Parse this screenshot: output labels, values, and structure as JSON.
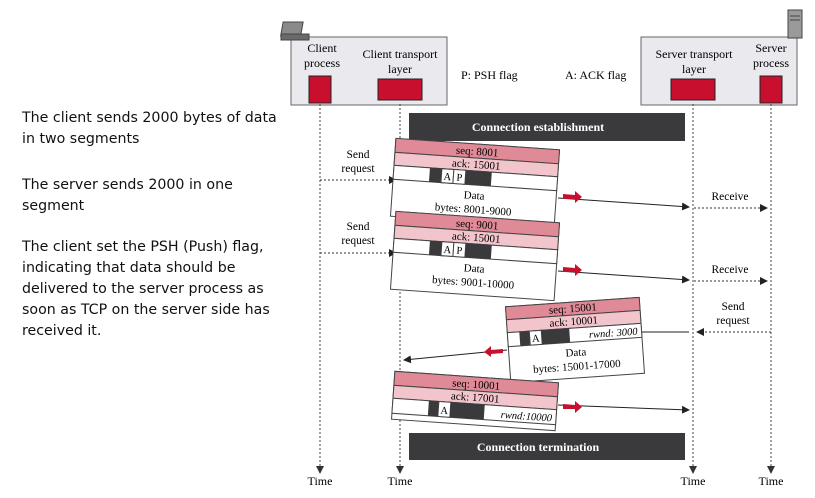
{
  "notes": [
    "The client sends 2000 bytes of data in two segments",
    "The server sends 2000 in one segment",
    "The client set the PSH (Push) flag, indicating that data should be delivered to the server process as soon as TCP on the server side has received it."
  ],
  "diagram": {
    "client_process": [
      "Client",
      "process"
    ],
    "client_transport": [
      "Client transport",
      "layer"
    ],
    "server_transport": [
      "Server transport",
      "layer"
    ],
    "server_process": [
      "Server",
      "process"
    ],
    "legend_p": "P: PSH flag",
    "legend_a": "A: ACK flag",
    "connection_establishment": "Connection establishment",
    "connection_termination": "Connection termination",
    "send_request": [
      "Send",
      "request"
    ],
    "receive": "Receive",
    "time": "Time",
    "data_label": "Data",
    "flag_a": "A",
    "flag_p": "P",
    "segments": [
      {
        "seq": "seq: 8001",
        "ack": "ack: 15001",
        "bytes": "bytes: 8001-9000"
      },
      {
        "seq": "seq: 9001",
        "ack": "ack: 15001",
        "bytes": "bytes: 9001-10000"
      },
      {
        "seq": "seq: 15001",
        "ack": "ack: 10001",
        "rwnd": "rwnd: 3000",
        "bytes": "bytes: 15001-17000"
      },
      {
        "seq": "seq: 10001",
        "ack": "ack: 17001",
        "rwnd": "rwnd:10000"
      }
    ]
  },
  "colors": {
    "seg_dark": "#e08a98",
    "seg_light": "#f2c4cc",
    "process_red": "#c8102e",
    "header_box": "#e9e9ee",
    "bar_dark": "#3a3a3c"
  }
}
